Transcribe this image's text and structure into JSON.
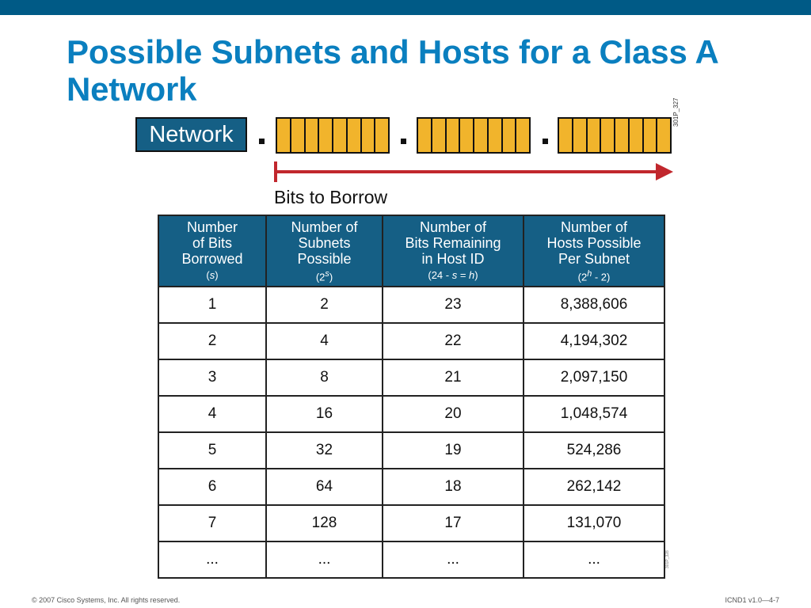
{
  "slide": {
    "title": "Possible Subnets and Hosts for a Class A Network",
    "accent_color": "#0a7fbf",
    "bar_color": "#005a86"
  },
  "diagram": {
    "network_label": "Network",
    "dot": ".",
    "figure_code": "301P_327",
    "arrow_label": "Bits to Borrow",
    "octet_color": "#f1b42c",
    "arrow_color": "#c1272d"
  },
  "table": {
    "headers": [
      {
        "text": "Number\nof Bits\nBorrowed",
        "formula": "(s)"
      },
      {
        "text": "Number of\nSubnets\nPossible",
        "formula": "(2s)"
      },
      {
        "text": "Number of\nBits Remaining\nin Host ID",
        "formula": "(24 - s = h)"
      },
      {
        "text": "Number of\nHosts Possible\nPer Subnet",
        "formula": "(2h - 2)"
      }
    ],
    "rows": [
      [
        "1",
        "2",
        "23",
        "8,388,606"
      ],
      [
        "2",
        "4",
        "22",
        "4,194,302"
      ],
      [
        "3",
        "8",
        "21",
        "2,097,150"
      ],
      [
        "4",
        "16",
        "20",
        "1,048,574"
      ],
      [
        "5",
        "32",
        "19",
        "524,286"
      ],
      [
        "6",
        "64",
        "18",
        "262,142"
      ],
      [
        "7",
        "128",
        "17",
        "131,070"
      ],
      [
        "...",
        "...",
        "...",
        "..."
      ]
    ],
    "figure_code": "301P_328"
  },
  "footer": {
    "copyright": "© 2007 Cisco Systems, Inc. All rights reserved.",
    "slide_id": "ICND1 v1.0—4-7"
  }
}
